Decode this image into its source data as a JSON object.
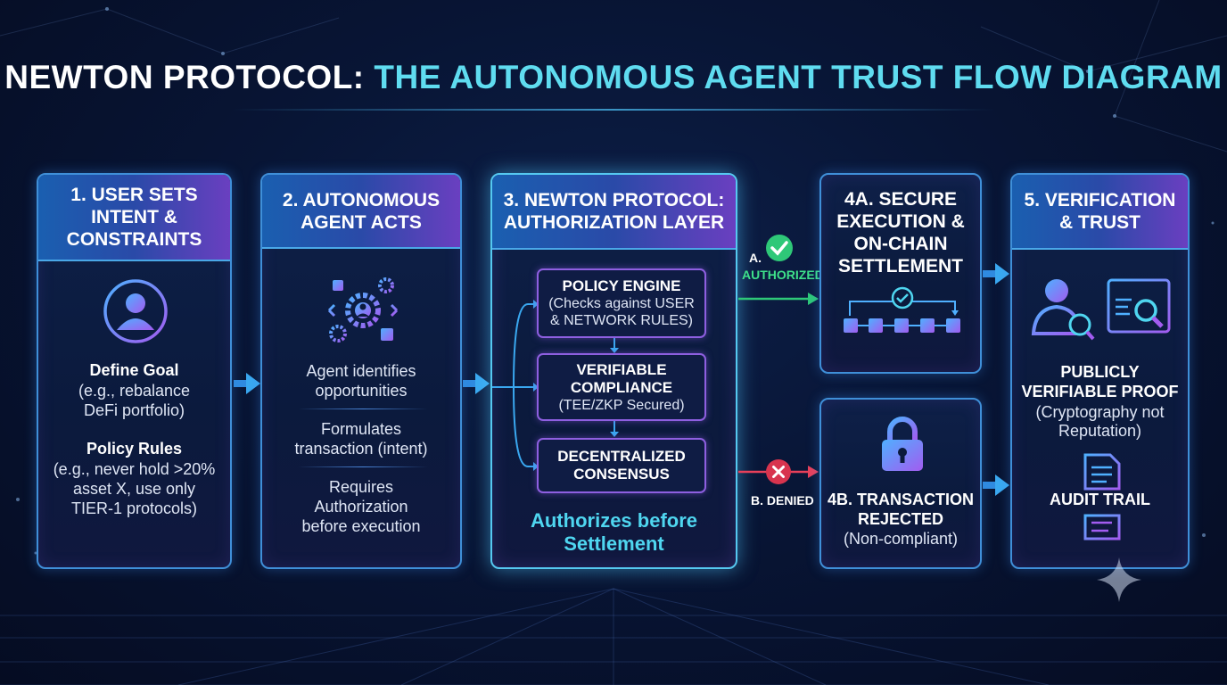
{
  "title": {
    "part1": "NEWTON PROTOCOL:",
    "part2": "THE AUTONOMOUS AGENT TRUST FLOW DIAGRAM"
  },
  "step1": {
    "heading": [
      "1. USER SETS",
      "INTENT &",
      "CONSTRAINTS"
    ],
    "goal_title": "Define Goal",
    "goal_detail": [
      "(e.g., rebalance",
      "DeFi portfolio)"
    ],
    "rules_title": "Policy Rules",
    "rules_detail": [
      "(e.g., never hold >20%",
      "asset X, use only",
      "TIER-1 protocols)"
    ]
  },
  "step2": {
    "heading": [
      "2. AUTONOMOUS",
      "AGENT ACTS"
    ],
    "item1": [
      "Agent identifies",
      "opportunities"
    ],
    "item2": [
      "Formulates",
      "transaction (intent)"
    ],
    "item3": [
      "Requires",
      "Authorization",
      "before execution"
    ]
  },
  "step3": {
    "heading": [
      "3. NEWTON PROTOCOL:",
      "AUTHORIZATION LAYER"
    ],
    "policy_engine": {
      "title": "POLICY ENGINE",
      "detail": [
        "(Checks against USER",
        "& NETWORK RULES)"
      ]
    },
    "compliance": {
      "title": [
        "VERIFIABLE",
        "COMPLIANCE"
      ],
      "detail": "(TEE/ZKP Secured)"
    },
    "consensus": {
      "title": [
        "DECENTRALIZED",
        "CONSENSUS"
      ]
    },
    "footer": [
      "Authorizes before",
      "Settlement"
    ]
  },
  "branch_a": {
    "letter": "A.",
    "label": "AUTHORIZED"
  },
  "branch_b": {
    "label": "B. DENIED"
  },
  "step4a": {
    "heading": [
      "4A. SECURE",
      "EXECUTION &",
      "ON-CHAIN",
      "SETTLEMENT"
    ]
  },
  "step4b": {
    "title": [
      "4B. TRANSACTION",
      "REJECTED"
    ],
    "detail": "(Non-compliant)"
  },
  "step5": {
    "heading": [
      "5. VERIFICATION",
      "& TRUST"
    ],
    "proof_title": [
      "PUBLICLY",
      "VERIFIABLE PROOF"
    ],
    "proof_detail": [
      "(Cryptography not",
      "Reputation)"
    ],
    "audit": "AUDIT TRAIL"
  },
  "colors": {
    "accent_cyan": "#5fdcf0",
    "authorized_green": "#3ee08a",
    "denied_red": "#e8405a",
    "card_border": "#3f8fd8",
    "inner_border": "#8e5fe0"
  },
  "icons": [
    "user-icon",
    "agent-gears-icon",
    "check-circle-icon",
    "x-circle-icon",
    "blockchain-icon",
    "lock-icon",
    "verified-person-icon",
    "inspect-browser-icon",
    "document-icon",
    "sparkle-icon"
  ]
}
